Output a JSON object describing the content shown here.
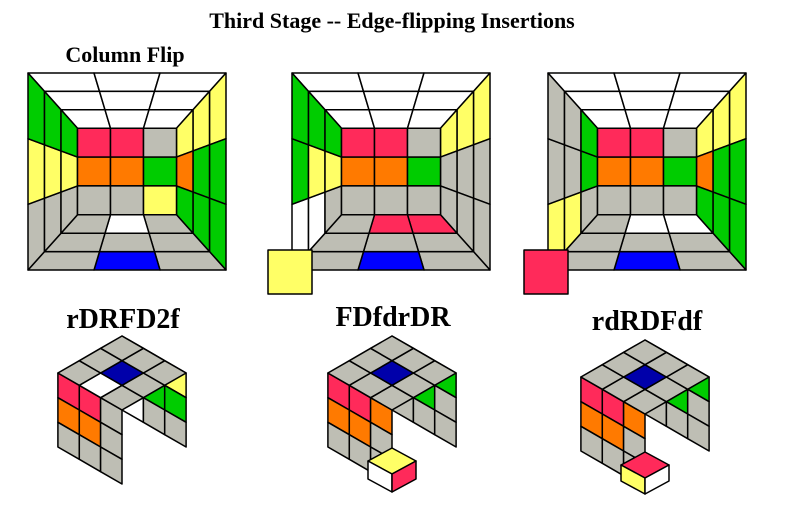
{
  "title": "Third Stage -- Edge-flipping Insertions",
  "subtitle": "Column Flip",
  "moves": [
    "rDRFD2f",
    "FDfdrDR",
    "rdRDFdf"
  ],
  "colors": {
    "white": "#FFFFFF",
    "green": "#00CC00",
    "yellow": "#FFFF66",
    "red": "#FF2A5A",
    "orange": "#FF7A00",
    "gray": "#BEBEB4",
    "blue": "#0000FF",
    "navy": "#0000AA",
    "dark_green": "#008800",
    "olive": "#CCCC44",
    "line": "#000000"
  }
}
